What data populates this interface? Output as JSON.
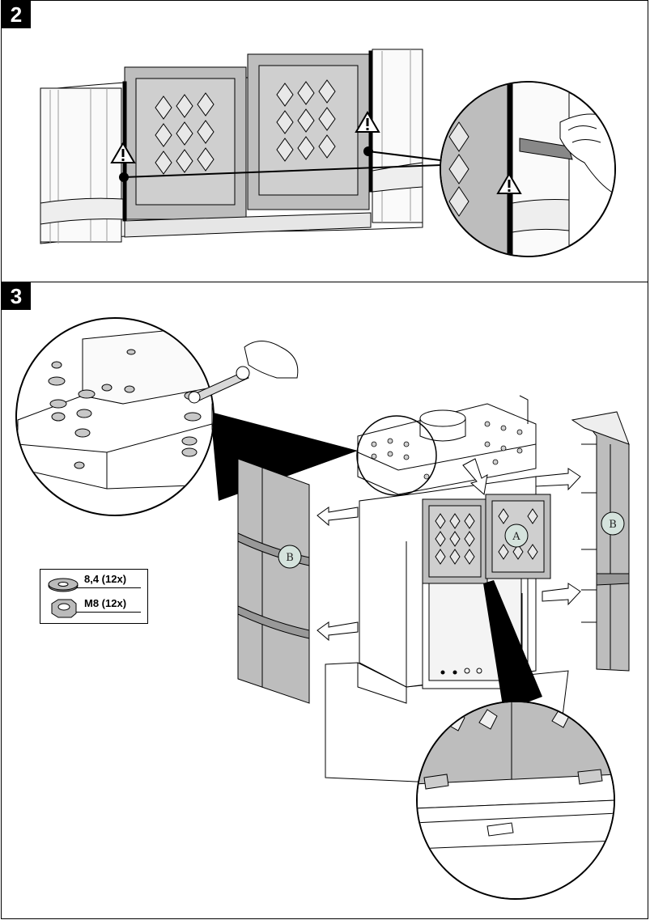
{
  "steps": [
    {
      "number": "2"
    },
    {
      "number": "3"
    }
  ],
  "legend": {
    "washer": "8,4 (12x)",
    "nut": "M8 (12x)"
  },
  "callouts": {
    "a": "A",
    "b_left": "B",
    "b_right": "B"
  },
  "icons": [
    "warning-icon",
    "wrench-icon",
    "cutter-knife-icon",
    "arrow-icon",
    "washer-icon",
    "nut-icon"
  ],
  "colors": {
    "panel_fill": "#c8c8c8",
    "callout_fill": "#d5e3dd",
    "line": "#000000"
  }
}
